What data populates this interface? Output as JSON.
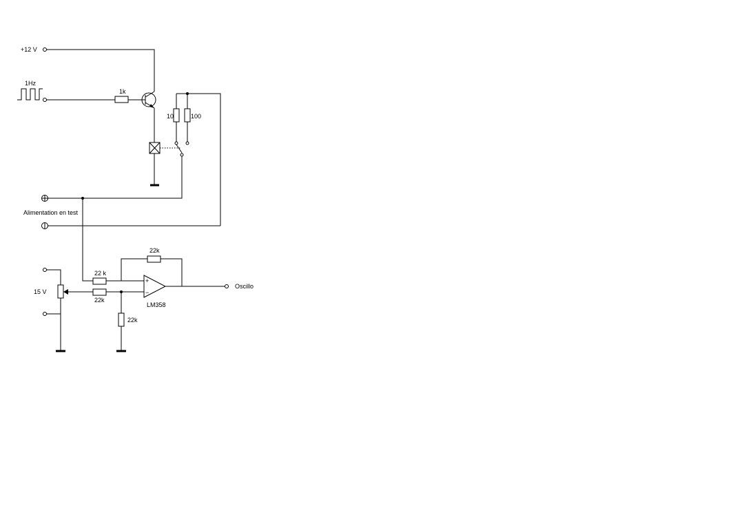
{
  "labels": {
    "supply": "+12 V",
    "clock": "1Hz",
    "r_base": "1k",
    "r_10": "10",
    "r_100": "100",
    "dut": "Alimentation  en test",
    "r_feedback": "22k",
    "r_plus": "22 k",
    "r_minus": "22k",
    "r_ground": "22k",
    "opamp": "LM358",
    "opamp_plus": "+",
    "opamp_minus": "−",
    "output": "Oscillo",
    "pot_supply": "15 V"
  },
  "colors": {
    "line": "#000000",
    "background": "#ffffff"
  }
}
